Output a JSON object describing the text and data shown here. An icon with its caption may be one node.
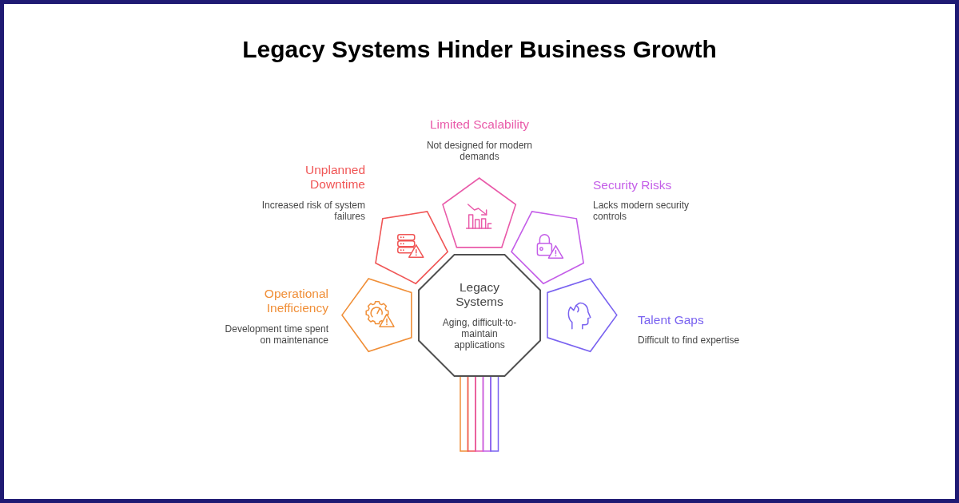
{
  "diagram": {
    "title": "Legacy Systems Hinder Business Growth",
    "nodes": [
      {
        "text": [
          "Legacy Systems",
          "Aging, difficult-to-maintain applications"
        ]
      },
      {
        "text": [],
        "shape": "pentagon",
        "beside": [
          "Operational Inefficiency",
          "Development time spent on maintenance"
        ]
      },
      {
        "text": [],
        "shape": "pentagon",
        "beside": [
          "Unplanned Downtime",
          "Increased risk of system failures"
        ]
      },
      {
        "text": [],
        "shape": "pentagon",
        "beside": [
          "Limited Scalability",
          "Not designed for modern demands"
        ]
      },
      {
        "text": [],
        "shape": "pentagon",
        "beside": [
          "Security Risks",
          "Lacks modern security controls"
        ]
      },
      {
        "text": [],
        "shape": "pentagon",
        "beside": [
          "Talent Gaps",
          "Difficult to find expertise"
        ]
      }
    ]
  }
}
